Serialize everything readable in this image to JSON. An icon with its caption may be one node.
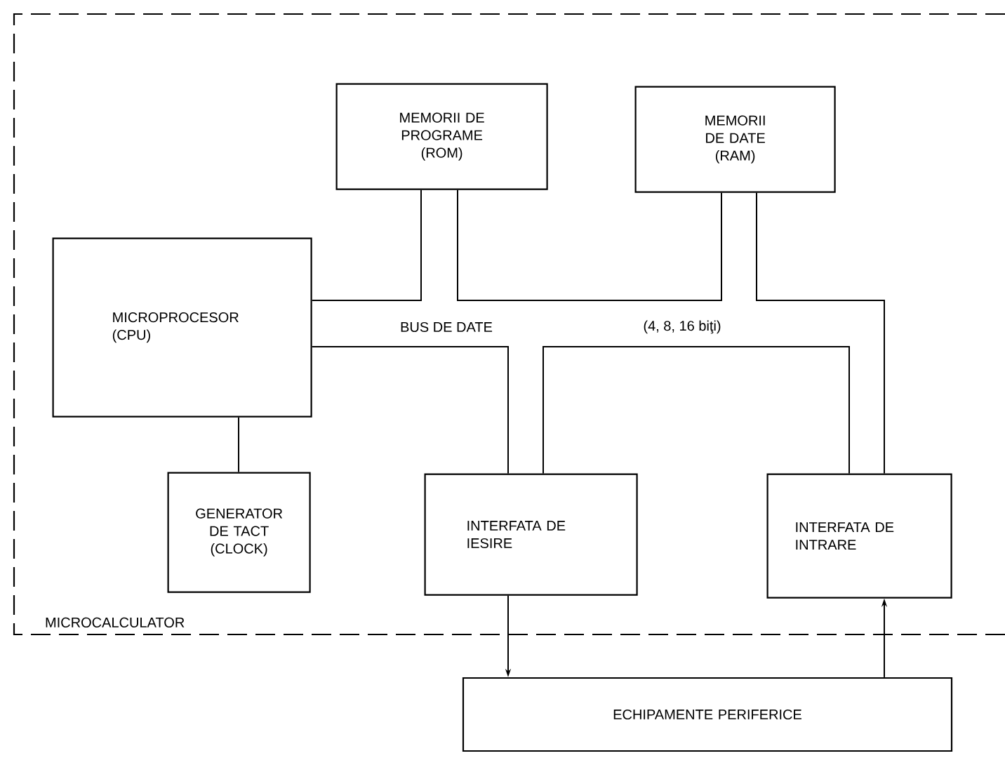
{
  "diagram": {
    "nodes": [
      {
        "text": [
          "MICROCALCULATOR"
        ]
      },
      {
        "text": [
          "MEMORII DE PROGRAME (ROM)"
        ],
        "in": 0
      },
      {
        "text": [
          "MEMORII DE DATE (RAM)"
        ],
        "in": 0
      },
      {
        "text": [
          "MICROPROCESOR (CPU)"
        ],
        "in": 0
      },
      {
        "text": [
          "GENERATOR DE TACT (CLOCK)"
        ],
        "in": 0
      },
      {
        "text": [
          "INTERFATA DE IESIRE"
        ],
        "in": 0
      },
      {
        "text": [
          "INTERFATA DE INTRARE"
        ],
        "in": 0
      },
      {
        "text": [
          "ECHIPAMENTE PERIFERICE"
        ]
      }
    ],
    "edges": [
      {
        "from": 3,
        "to": 1,
        "arrow": "none"
      },
      {
        "from": 1,
        "to": 2,
        "arrow": "none"
      },
      {
        "from": 2,
        "to": 6,
        "arrow": "none"
      },
      {
        "from": 3,
        "to": 5,
        "arrow": "none"
      },
      {
        "from": 5,
        "to": 6,
        "arrow": "none"
      },
      {
        "from": 3,
        "to": 4,
        "arrow": "none"
      },
      {
        "from": 5,
        "to": 7,
        "arrow": "to"
      },
      {
        "from": 7,
        "to": 6,
        "arrow": "to"
      }
    ],
    "labels": [
      "BUS DE DATE",
      "(4, 8, 16 biţi)"
    ]
  }
}
